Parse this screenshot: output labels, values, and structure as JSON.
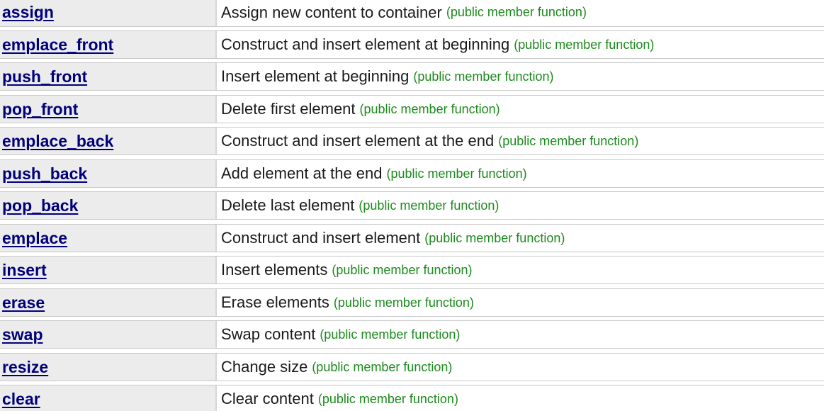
{
  "members": [
    {
      "name": "assign",
      "description": "Assign new content to container",
      "kind": "(public member function)"
    },
    {
      "name": "emplace_front",
      "description": "Construct and insert element at beginning",
      "kind": "(public member function)"
    },
    {
      "name": "push_front",
      "description": "Insert element at beginning",
      "kind": "(public member function)"
    },
    {
      "name": "pop_front",
      "description": "Delete first element",
      "kind": "(public member function)"
    },
    {
      "name": "emplace_back",
      "description": "Construct and insert element at the end",
      "kind": "(public member function)"
    },
    {
      "name": "push_back",
      "description": "Add element at the end",
      "kind": "(public member function)"
    },
    {
      "name": "pop_back",
      "description": "Delete last element",
      "kind": "(public member function)"
    },
    {
      "name": "emplace",
      "description": "Construct and insert element",
      "kind": "(public member function)"
    },
    {
      "name": "insert",
      "description": "Insert elements",
      "kind": "(public member function)"
    },
    {
      "name": "erase",
      "description": "Erase elements",
      "kind": "(public member function)"
    },
    {
      "name": "swap",
      "description": "Swap content",
      "kind": "(public member function)"
    },
    {
      "name": "resize",
      "description": "Change size",
      "kind": "(public member function)"
    },
    {
      "name": "clear",
      "description": "Clear content",
      "kind": "(public member function)"
    }
  ],
  "colors": {
    "link": "#00007b",
    "kind": "#1c8a1c",
    "name_cell_bg": "#ececec",
    "border": "#c8c8c8"
  }
}
